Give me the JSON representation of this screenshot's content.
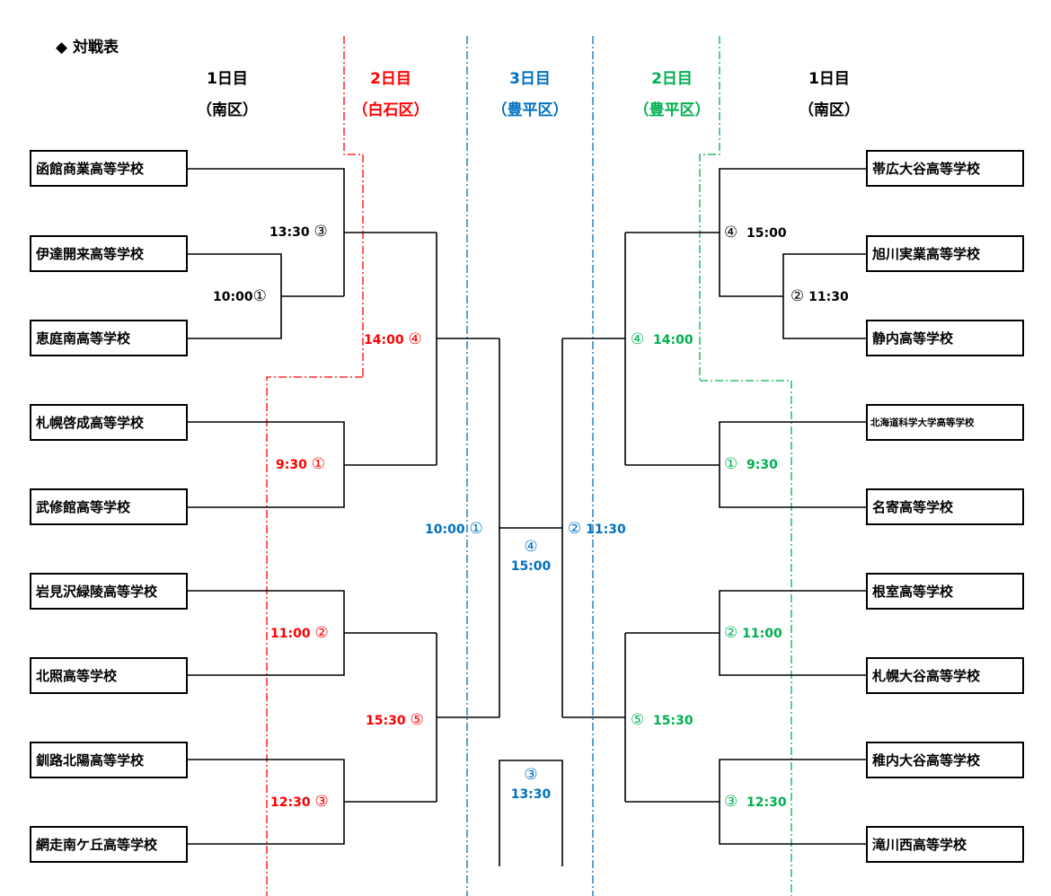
{
  "title": "◆ 対戦表",
  "headers": [
    {
      "day": "1日目",
      "venue": "（南区）",
      "color": "#000000"
    },
    {
      "day": "2日目",
      "venue": "（白石区）",
      "color": "#ff0000"
    },
    {
      "day": "3日目",
      "venue": "（豊平区）",
      "color": "#0070c0"
    },
    {
      "day": "2日目",
      "venue": "（豊平区）",
      "color": "#00b050"
    },
    {
      "day": "1日目",
      "venue": "（南区）",
      "color": "#000000"
    }
  ],
  "left_teams": [
    "函館商業高等学校",
    "伊達開来高等学校",
    "恵庭南高等学校",
    "札幌啓成高等学校",
    "武修館高等学校",
    "岩見沢緑陵高等学校",
    "北照高等学校",
    "釧路北陽高等学校",
    "網走南ケ丘高等学校"
  ],
  "right_teams": [
    "帯広大谷高等学校",
    "旭川実業高等学校",
    "静内高等学校",
    "北海道科学大学高等学校",
    "名寄高等学校",
    "根室高等学校",
    "札幌大谷高等学校",
    "稚内大谷高等学校",
    "滝川西高等学校"
  ],
  "matches": {
    "l_d1_1": {
      "time": "10:00",
      "num": "①"
    },
    "l_d1_3": {
      "time": "13:30",
      "num": "③"
    },
    "l_d2_1": {
      "time": "9:30",
      "num": "①"
    },
    "l_d2_2": {
      "time": "11:00",
      "num": "②"
    },
    "l_d2_3": {
      "time": "12:30",
      "num": "③"
    },
    "l_d2_4": {
      "time": "14:00",
      "num": "④"
    },
    "l_d2_5": {
      "time": "15:30",
      "num": "⑤"
    },
    "c_d3_1": {
      "time": "10:00",
      "num": "①"
    },
    "c_d3_2": {
      "time": "11:30",
      "num": "②"
    },
    "c_d3_3": {
      "time": "13:30",
      "num": "③"
    },
    "c_d3_4": {
      "time": "15:00",
      "num": "④"
    },
    "r_d1_2": {
      "time": "11:30",
      "num": "②"
    },
    "r_d1_4": {
      "time": "15:00",
      "num": "④"
    },
    "r_d2_1": {
      "time": "9:30",
      "num": "①"
    },
    "r_d2_2": {
      "time": "11:00",
      "num": "②"
    },
    "r_d2_3": {
      "time": "12:30",
      "num": "③"
    },
    "r_d2_4": {
      "time": "14:00",
      "num": "④"
    },
    "r_d2_5": {
      "time": "15:30",
      "num": "⑤"
    }
  }
}
